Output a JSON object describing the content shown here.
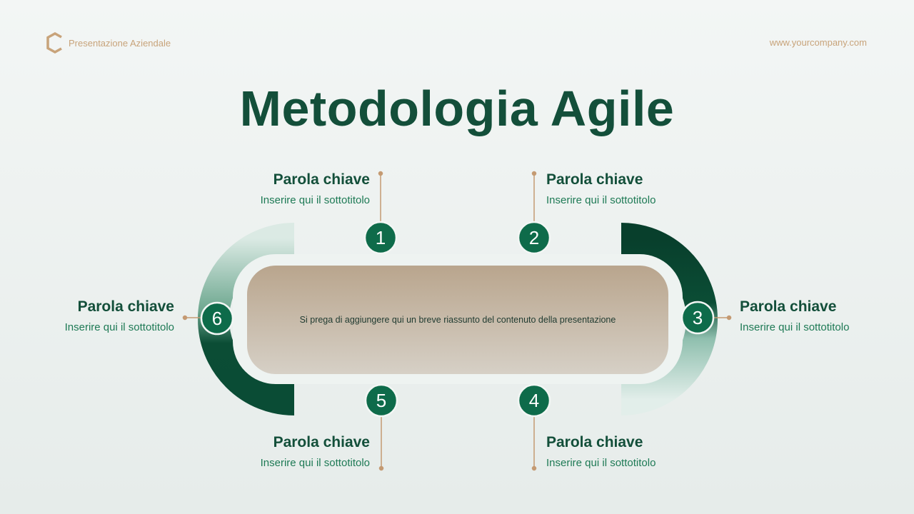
{
  "header": {
    "brand_name": "Presentazione Aziendale",
    "website": "www.yourcompany.com",
    "logo_icon": "hexagon-c-logo-icon"
  },
  "title": "Metodologia Agile",
  "summary": "Si prega di aggiungere qui un breve riassunto del contenuto della presentazione",
  "steps": [
    {
      "number": "1",
      "keyword": "Parola chiave",
      "subtitle": "Inserire qui il sottotitolo"
    },
    {
      "number": "2",
      "keyword": "Parola chiave",
      "subtitle": "Inserire qui il sottotitolo"
    },
    {
      "number": "3",
      "keyword": "Parola chiave",
      "subtitle": "Inserire qui il sottotitolo"
    },
    {
      "number": "4",
      "keyword": "Parola chiave",
      "subtitle": "Inserire qui il sottotitolo"
    },
    {
      "number": "5",
      "keyword": "Parola chiave",
      "subtitle": "Inserire qui il sottotitolo"
    },
    {
      "number": "6",
      "keyword": "Parola chiave",
      "subtitle": "Inserire qui il sottotitolo"
    }
  ],
  "colors": {
    "primary_green": "#134f3a",
    "accent_green": "#0e6b4a",
    "gold": "#c8a37a",
    "panel_tan": "#c2b09a"
  }
}
